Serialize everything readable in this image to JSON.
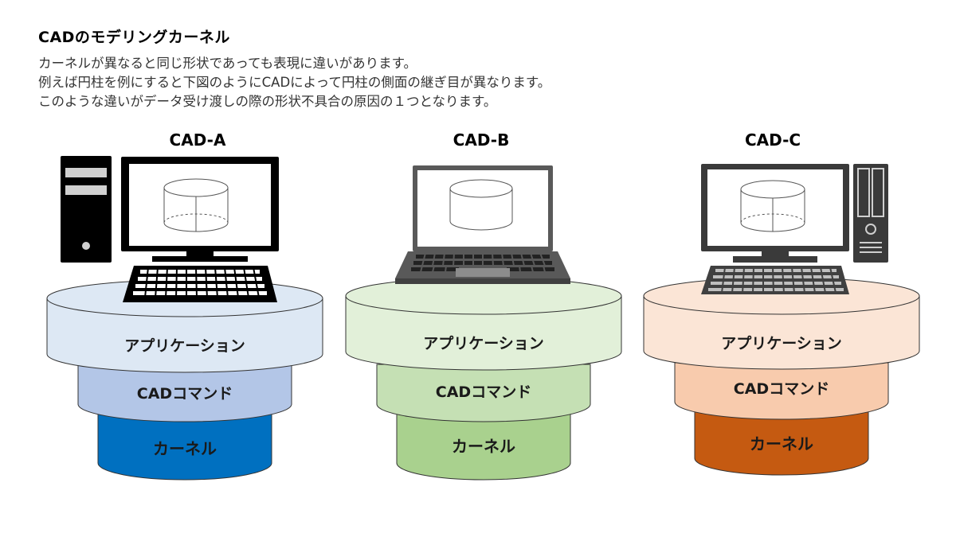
{
  "page": {
    "title": "CADのモデリングカーネル",
    "description": [
      "カーネルが異なると同じ形状であっても表現に違いがあります。",
      "例えば円柱を例にすると下図のようにCADによって円柱の側面の継ぎ目が異なります。",
      "このような違いがデータ受け渡しの際の形状不具合の原因の１つとなります。"
    ]
  },
  "stacks": [
    {
      "name": "CAD-A",
      "device": "desktop-tower-left",
      "seam": "single-front-seam",
      "layers": {
        "application": "アプリケーション",
        "command": "CADコマンド",
        "kernel": "カーネル"
      },
      "colors": {
        "application": "#dde8f4",
        "command": "#b3c6e7",
        "kernel": "#0070c0",
        "kernel_text": "#1a1a1a"
      }
    },
    {
      "name": "CAD-B",
      "device": "laptop",
      "seam": "no-seam",
      "layers": {
        "application": "アプリケーション",
        "command": "CADコマンド",
        "kernel": "カーネル"
      },
      "colors": {
        "application": "#e2f0d9",
        "command": "#c5e0b4",
        "kernel": "#a9d18e",
        "kernel_text": "#1a1a1a"
      }
    },
    {
      "name": "CAD-C",
      "device": "desktop-tower-right",
      "seam": "single-front-seam",
      "layers": {
        "application": "アプリケーション",
        "command": "CADコマンド",
        "kernel": "カーネル"
      },
      "colors": {
        "application": "#fbe5d6",
        "command": "#f8cbad",
        "kernel": "#c55a11",
        "kernel_text": "#1a1a1a"
      }
    }
  ]
}
